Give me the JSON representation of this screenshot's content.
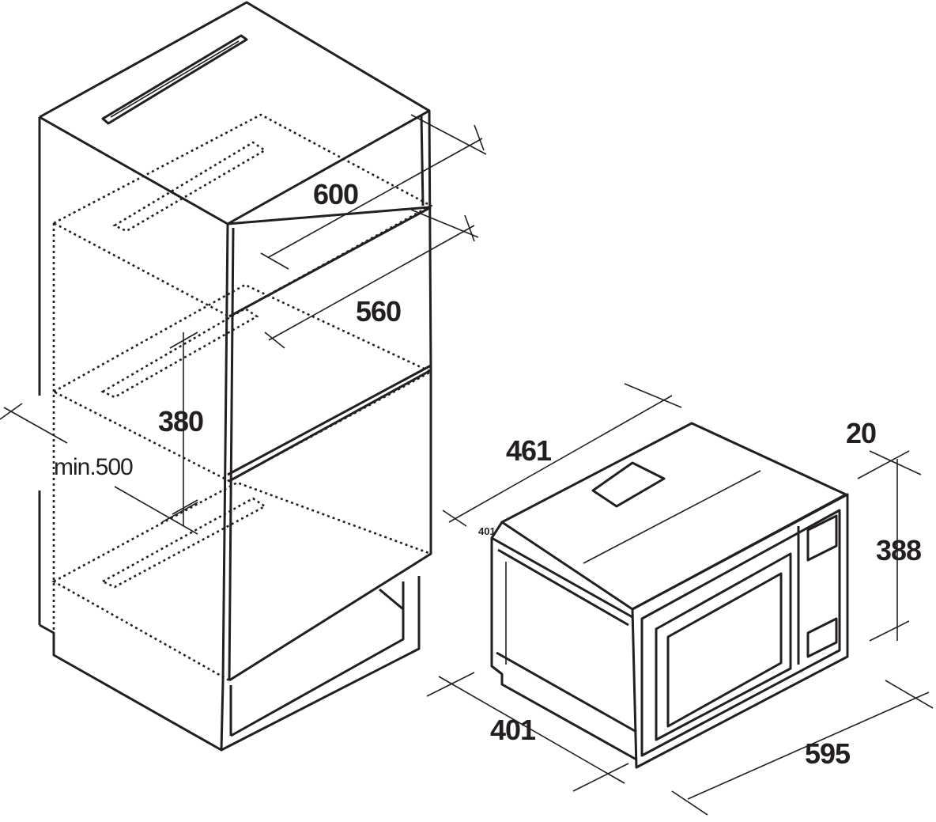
{
  "cabinet": {
    "width_label": "600",
    "inner_width_label": "560",
    "niche_height_label": "380",
    "depth_label": "min.500"
  },
  "microwave": {
    "depth_label": "461",
    "small_depth_label": "401",
    "frame_label": "20",
    "height_label": "388",
    "body_width_label": "401",
    "width_label": "595"
  }
}
